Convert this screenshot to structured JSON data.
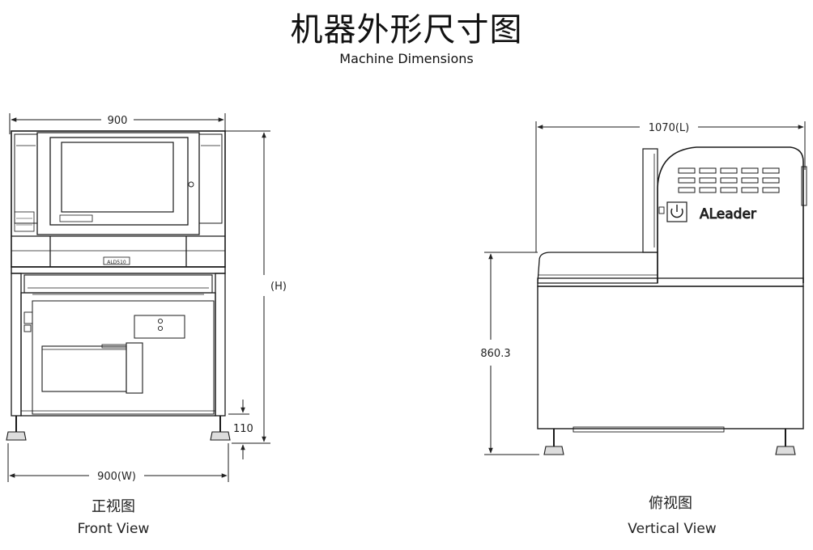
{
  "title": {
    "chinese": "机器外形尺寸图",
    "english": "Machine Dimensions"
  },
  "front_view": {
    "caption_cn": "正视图",
    "caption_en": "Front View",
    "dim_top_width": "900",
    "dim_bottom_width": "900(W)",
    "dim_height": "(H)",
    "dim_foot_height": "110",
    "panel_label": "ALD510"
  },
  "side_view": {
    "caption_cn": "俯视图",
    "caption_en": "Vertical View",
    "dim_length": "1070(L)",
    "dim_table_height": "860.3",
    "brand_logo": "ALeader"
  },
  "colors": {
    "line": "#1a1a1a",
    "dim_line": "#222222"
  }
}
